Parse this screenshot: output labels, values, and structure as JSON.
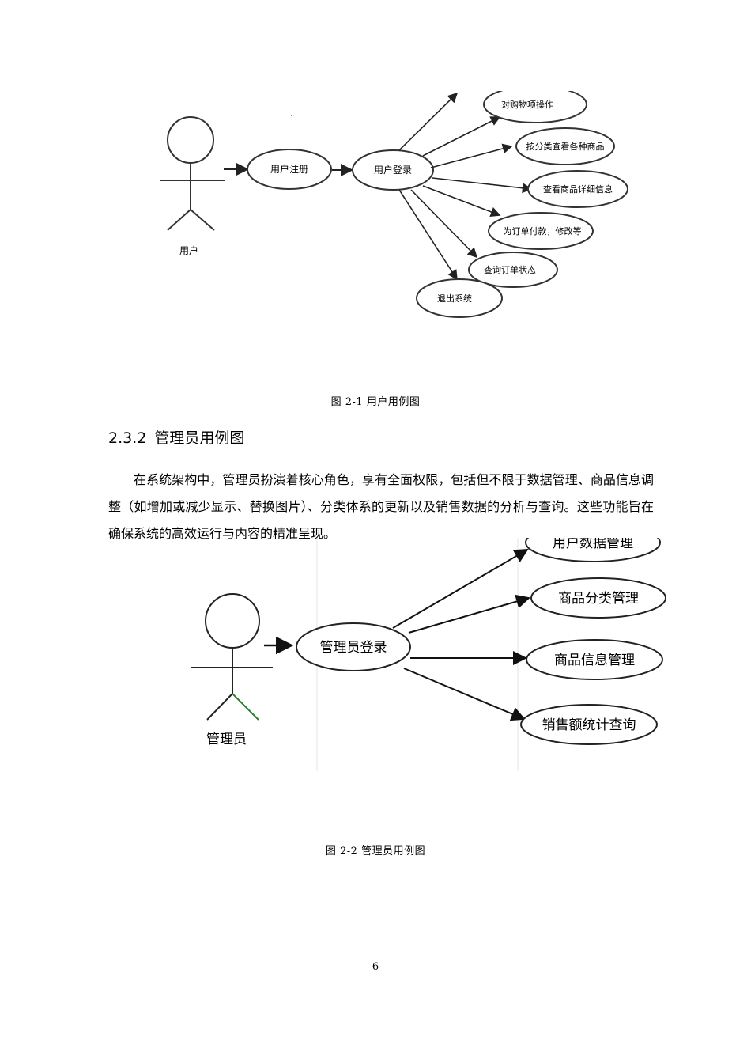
{
  "figure1": {
    "actor": "用户",
    "register": "用户注册",
    "login": "用户登录",
    "cases": [
      "对购物项操作",
      "按分类查看各种商品",
      "查看商品详细信息",
      "为订单付款，修改等",
      "查询订单状态",
      "退出系统"
    ],
    "caption": "图  2-1  用户用例图"
  },
  "section": {
    "number": "2.3.2",
    "title": "管理员用例图"
  },
  "paragraph": "在系统架构中，管理员扮演着核心角色，享有全面权限，包括但不限于数据管理、商品信息调整（如增加或减少显示、替换图片）、分类体系的更新以及销售数据的分析与查询。这些功能旨在确保系统的高效运行与内容的精准呈现。",
  "figure2": {
    "actor": "管理员",
    "login": "管理员登录",
    "cases": [
      "用户数据管理",
      "商品分类管理",
      "商品信息管理",
      "销售额统计查询"
    ],
    "caption": "图  2-2  管理员用例图"
  },
  "page_number": "6"
}
